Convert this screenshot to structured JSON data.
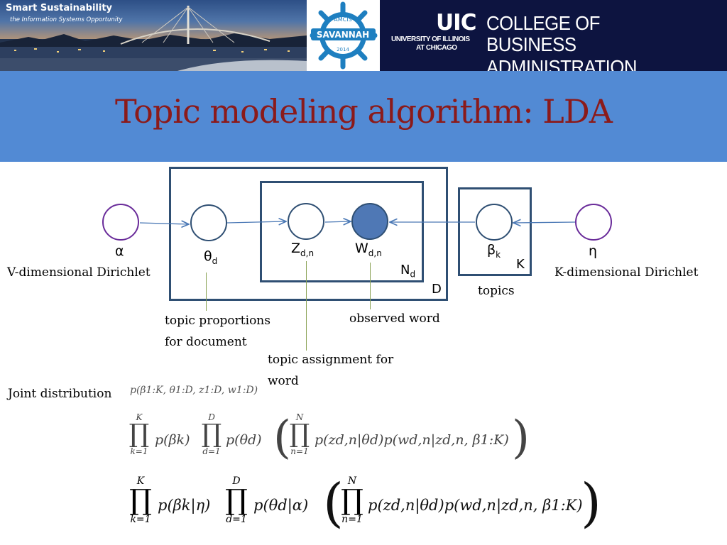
{
  "header": {
    "brand_title": "Smart Sustainability",
    "brand_subtitle": "the Information Systems Opportunity",
    "seal_top": "AMCIS",
    "seal_name": "SAVANNAH",
    "seal_year": "2014",
    "uic_mark": "UIC",
    "uic_line1": "COLLEGE OF",
    "uic_line2": "BUSINESS ADMINISTRATION",
    "uic_univ_line1": "UNIVERSITY OF ILLINOIS",
    "uic_univ_line2": "AT CHICAGO",
    "colors": {
      "photo_sky": "#2d4f86",
      "uic_navy": "#0d1440"
    }
  },
  "slide": {
    "title": "Topic modeling algorithm: LDA",
    "colors": {
      "title_band": "#528ad4",
      "title_text": "#8b1a1a",
      "plate": "#2f4f73",
      "hyper_node": "#6a2c9a",
      "observed_node": "#4f78b5",
      "leader": "#8aa255"
    }
  },
  "diagram": {
    "nodes": {
      "alpha": {
        "symbol": "α",
        "kind": "hyperparameter"
      },
      "theta": {
        "symbol": "θ",
        "sub": "d",
        "kind": "latent"
      },
      "z": {
        "symbol": "Z",
        "sub": "d,n",
        "kind": "latent"
      },
      "w": {
        "symbol": "W",
        "sub": "d,n",
        "kind": "observed"
      },
      "beta": {
        "symbol": "β",
        "sub": "k",
        "kind": "latent"
      },
      "eta": {
        "symbol": "η",
        "kind": "hyperparameter"
      }
    },
    "plates": {
      "document": "D",
      "word": {
        "symbol": "N",
        "sub": "d"
      },
      "topic": "K"
    },
    "labels": {
      "alpha_desc": "V-dimensional Dirichlet",
      "eta_desc": "K-dimensional Dirichlet",
      "topics": "topics",
      "theta_desc_line1": "topic proportions",
      "theta_desc_line2": "for document",
      "z_desc_line1": "topic assignment for",
      "z_desc_line2": "word",
      "w_desc": "observed word"
    }
  },
  "equations": {
    "label": "Joint distribution",
    "lhs": "p(β1:K, θ1:D, z1:D, w1:D)",
    "row1": {
      "prod1_upper": "K",
      "prod1_lower": "k=1",
      "term1": "p(βk)",
      "prod2_upper": "D",
      "prod2_lower": "d=1",
      "term2": "p(θd)",
      "prod3_upper": "N",
      "prod3_lower": "n=1",
      "term3": "p(zd,n|θd)p(wd,n|zd,n, β1:K)"
    },
    "row2": {
      "prod1_upper": "K",
      "prod1_lower": "k=1",
      "term1": "p(βk|η)",
      "prod2_upper": "D",
      "prod2_lower": "d=1",
      "term2": "p(θd|α)",
      "prod3_upper": "N",
      "prod3_lower": "n=1",
      "term3": "p(zd,n|θd)p(wd,n|zd,n, β1:K)"
    }
  }
}
